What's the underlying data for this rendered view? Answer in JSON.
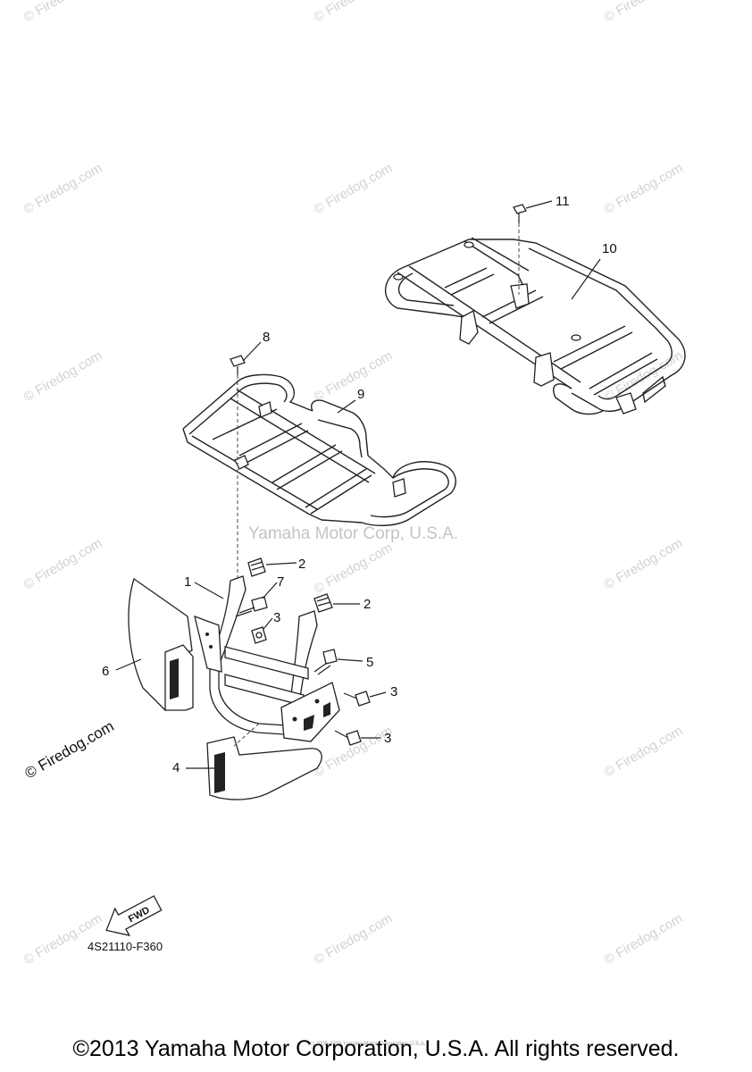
{
  "watermarks": {
    "firedog": "© Firedog.com",
    "center": "Yamaha Motor Corp, U.S.A."
  },
  "callouts": [
    "1",
    "2",
    "2",
    "3",
    "3",
    "3",
    "4",
    "5",
    "6",
    "7",
    "8",
    "9",
    "10",
    "11"
  ],
  "diagram_code": "4S21110-F360",
  "fwd_label": "FWD",
  "tiny_copyright": "(c) 2005-2015 Yamaha Motor Corporation, U.S.A.",
  "copyright": "©2013 Yamaha Motor Corporation, U.S.A. All rights reserved."
}
